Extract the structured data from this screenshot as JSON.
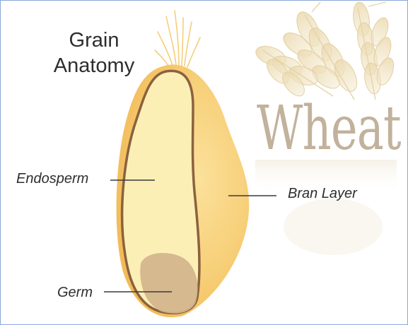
{
  "title": {
    "line1": "Grain",
    "line2": "Anatomy"
  },
  "brand_text": "Wheat",
  "labels": {
    "endosperm": "Endosperm",
    "bran_layer": "Bran Layer",
    "germ": "Germ"
  },
  "colors": {
    "bran": "#f6c96a",
    "endosperm": "#fbefb6",
    "germ": "#d3b48c",
    "outline": "#8a6240",
    "wheat_watermark": "#e9d9b2",
    "brand_text": "#c2b29c"
  }
}
